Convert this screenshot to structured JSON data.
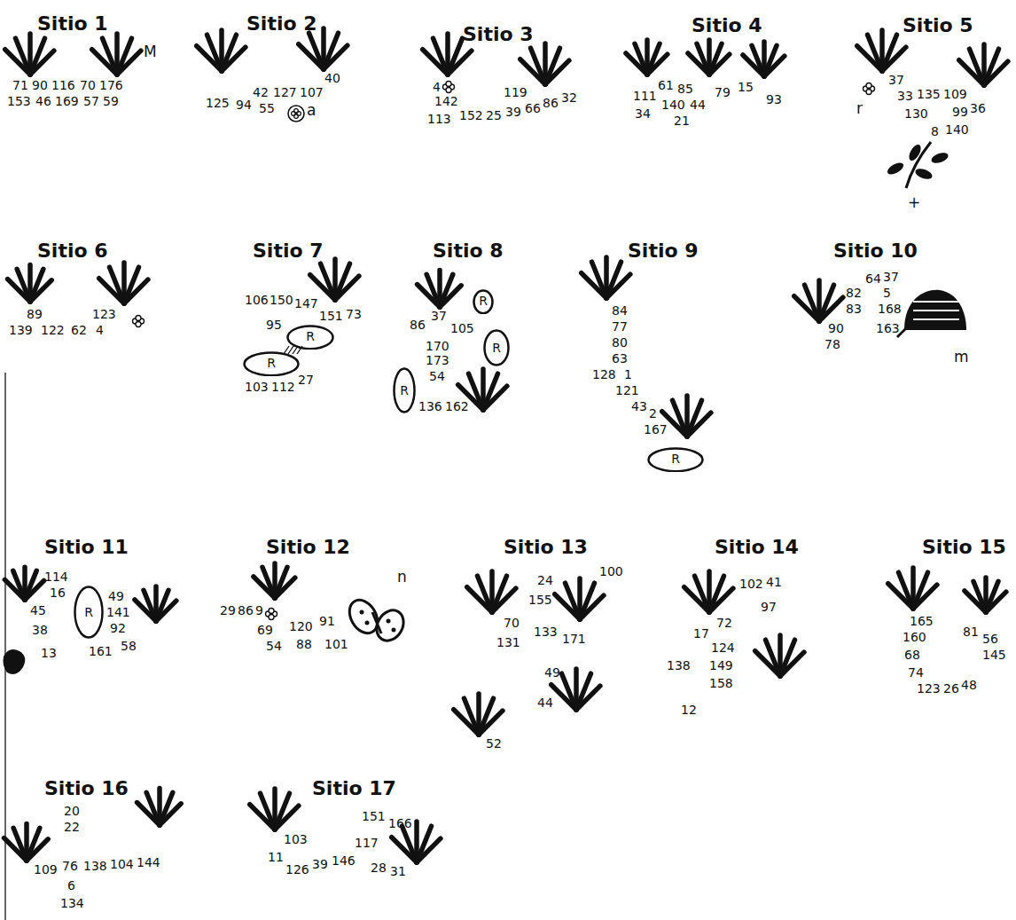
{
  "diagram": {
    "nodes": [
      {
        "text": [
          "R"
        ]
      },
      {
        "text": [
          "R"
        ]
      },
      {
        "text": [
          "R"
        ]
      },
      {
        "text": [
          "R"
        ]
      },
      {
        "text": [
          "R"
        ]
      },
      {
        "text": [
          "R"
        ]
      },
      {
        "text": [
          "R"
        ]
      }
    ],
    "labels": [
      "Sitio 1",
      "71",
      "90",
      "116",
      "70",
      "176",
      "153",
      "46",
      "169",
      "57",
      "59",
      "M",
      "Sitio 2",
      "40",
      "42",
      "127",
      "107",
      "125",
      "94",
      "55",
      "a",
      "Sitio 3",
      "4",
      "142",
      "113",
      "152",
      "119",
      "25",
      "39",
      "66",
      "86",
      "32",
      "Sitio 4",
      "61",
      "85",
      "111",
      "140",
      "44",
      "34",
      "21",
      "79",
      "15",
      "93",
      "Sitio 5",
      "r",
      "37",
      "33",
      "135",
      "109",
      "130",
      "99",
      "36",
      "8",
      "140",
      "+",
      "Sitio 6",
      "89",
      "139",
      "122",
      "62",
      "123",
      "4",
      "Sitio 7",
      "106",
      "150",
      "147",
      "151",
      "73",
      "95",
      "103",
      "112",
      "27",
      "Sitio 8",
      "37",
      "86",
      "105",
      "170",
      "173",
      "54",
      "136",
      "162",
      "Sitio 9",
      "84",
      "77",
      "80",
      "63",
      "128",
      "1",
      "121",
      "43",
      "2",
      "167",
      "Sitio 10",
      "82",
      "83",
      "90",
      "78",
      "64",
      "37",
      "5",
      "168",
      "163",
      "m",
      "Sitio 11",
      "114",
      "16",
      "45",
      "38",
      "13",
      "49",
      "141",
      "92",
      "161",
      "58",
      "Sitio 12",
      "29",
      "86",
      "9",
      "69",
      "54",
      "120",
      "91",
      "88",
      "101",
      "n",
      "Sitio 13",
      "24",
      "100",
      "70",
      "155",
      "131",
      "133",
      "171",
      "49",
      "44",
      "52",
      "Sitio 14",
      "102",
      "41",
      "97",
      "72",
      "17",
      "124",
      "138",
      "149",
      "158",
      "12",
      "Sitio 15",
      "165",
      "160",
      "68",
      "74",
      "123",
      "26",
      "48",
      "81",
      "56",
      "145",
      "Sitio 16",
      "20",
      "22",
      "109",
      "76",
      "138",
      "104",
      "144",
      "6",
      "134",
      "Sitio 17",
      "103",
      "11",
      "126",
      "39",
      "146",
      "117",
      "151",
      "166",
      "28",
      "31"
    ]
  }
}
